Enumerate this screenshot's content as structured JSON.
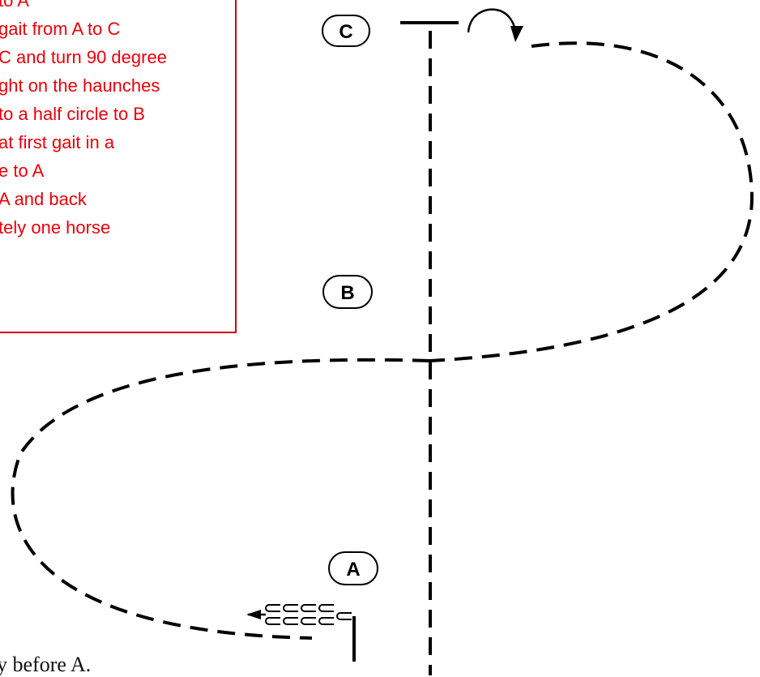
{
  "instructions": [
    "to A",
    "gait from A to C",
    "C and turn 90 degree",
    "ght on the haunches",
    "to a half circle to B",
    "at first gait in a",
    "e to A",
    "A and back",
    "tely one horse"
  ],
  "footer_text": "y before A.",
  "markers": {
    "a": "A",
    "b": "B",
    "c": "C"
  },
  "colors": {
    "instruction_text": "#e8000b",
    "instruction_border": "#cc0000",
    "lines": "#000000"
  },
  "icons": {
    "hoofprints": "hoofprints-icon",
    "turn_arrow": "turn-arrow-icon"
  }
}
